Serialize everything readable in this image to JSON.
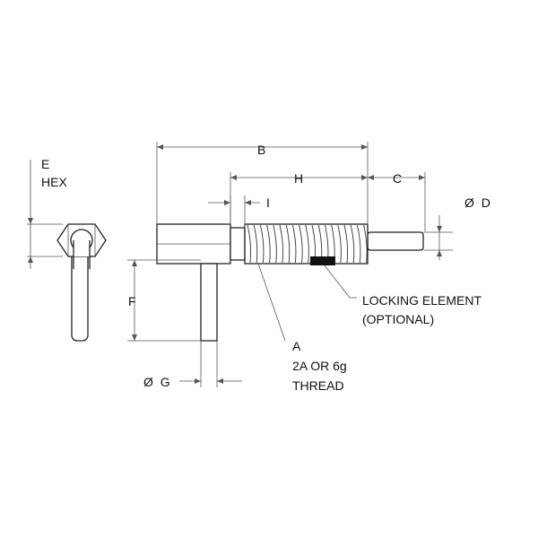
{
  "labels": {
    "e_hex_line1": "E",
    "e_hex_line2": "HEX",
    "dim_b": "B",
    "dim_h": "H",
    "dim_c": "C",
    "dim_i": "I",
    "dim_d": "D",
    "dim_f": "F",
    "dim_g": "G",
    "thread_line1": "A",
    "thread_line2": "2A OR 6g",
    "thread_line3": "THREAD",
    "locking_line1": "LOCKING ELEMENT",
    "locking_line2": "(OPTIONAL)"
  },
  "symbols": {
    "diameter": "Ø"
  },
  "colors": {
    "line": "#222222",
    "dimension": "#555555",
    "locking_element": "#111111"
  }
}
